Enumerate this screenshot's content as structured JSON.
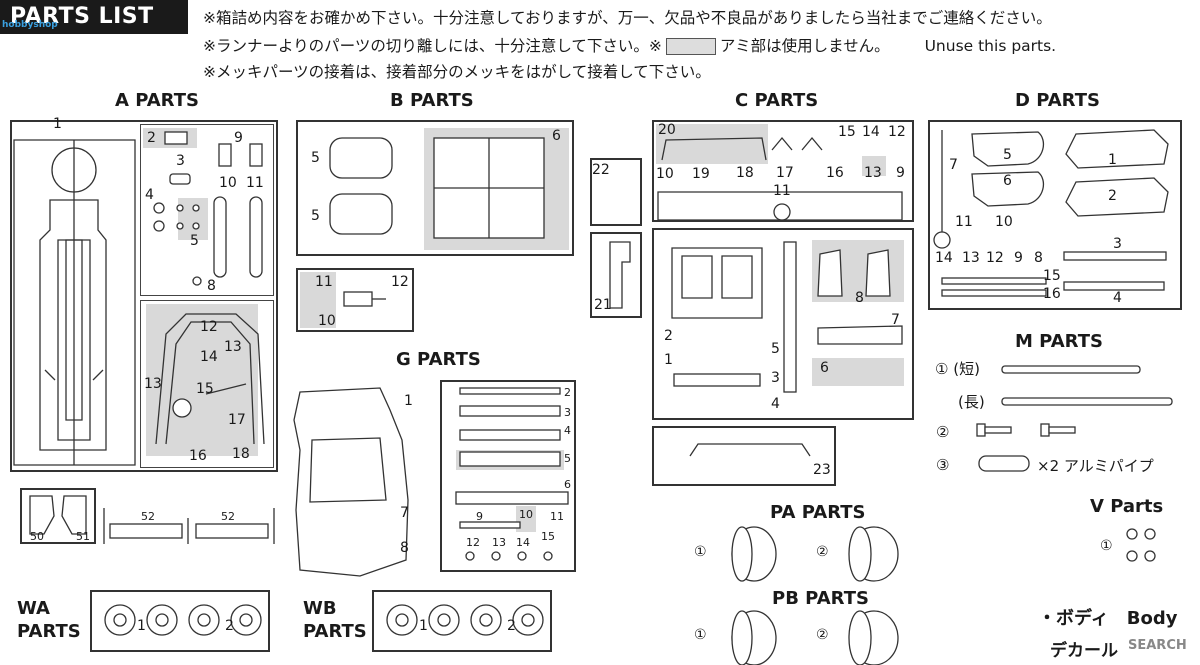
{
  "header": {
    "title": "PARTS LIST",
    "watermark": "hobbyshop",
    "notes": [
      "※箱詰め内容をお確かめ下さい。十分注意しておりますが、万一、欠品や不良品がありましたら当社までご連絡ください。",
      "※ランナーよりのパーツの切り離しには、十分注意して下さい。※",
      "アミ部は使用しません。",
      "Unuse this parts.",
      "※メッキパーツの接着は、接着部分のメッキをはがして接着して下さい。"
    ]
  },
  "sections": {
    "a": "A PARTS",
    "b": "B PARTS",
    "c": "C PARTS",
    "d": "D PARTS",
    "g": "G PARTS",
    "m": "M PARTS",
    "pa": "PA PARTS",
    "pb": "PB PARTS",
    "v": "V Parts",
    "wa": "WA\nPARTS",
    "wb": "WB\nPARTS",
    "wa1": "WA",
    "wa2": "PARTS",
    "wb1": "WB",
    "wb2": "PARTS"
  },
  "m_parts": {
    "short": "① (短)",
    "long": "(長)",
    "two": "②",
    "three": "③",
    "pipe": "×2 アルミパイプ"
  },
  "legend": {
    "body": "・ボディ　Body",
    "decal": "デカール"
  },
  "labels": {
    "a": [
      "1",
      "2",
      "3",
      "4",
      "5",
      "8",
      "9",
      "10",
      "11",
      "12",
      "13",
      "14",
      "13",
      "15",
      "16",
      "17",
      "18"
    ],
    "b": [
      "5",
      "5",
      "6",
      "11",
      "12",
      "10"
    ],
    "c": [
      "20",
      "19",
      "18",
      "17",
      "15",
      "14",
      "12",
      "16",
      "13",
      "9",
      "10",
      "11",
      "22",
      "21",
      "2",
      "1",
      "8",
      "7",
      "5",
      "3",
      "4",
      "6",
      "23"
    ],
    "d": [
      "7",
      "5",
      "6",
      "1",
      "2",
      "11",
      "10",
      "14",
      "13",
      "12",
      "9",
      "8",
      "3",
      "15",
      "16",
      "4"
    ],
    "g": [
      "1",
      "7",
      "8",
      "2",
      "3",
      "4",
      "5",
      "6",
      "9",
      "10",
      "11",
      "12",
      "13",
      "14",
      "15"
    ],
    "small": [
      "50",
      "51",
      "52",
      "52"
    ],
    "wa": [
      "1",
      "2"
    ],
    "wb": [
      "1",
      "2"
    ],
    "pa": [
      "①",
      "②"
    ],
    "pb": [
      "①",
      "②"
    ],
    "v": "①"
  },
  "site_mark": "SEARCH"
}
